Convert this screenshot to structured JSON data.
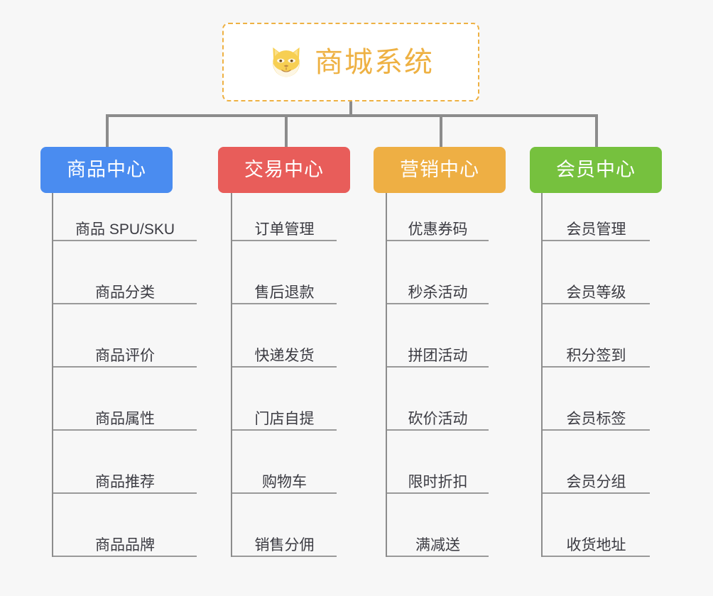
{
  "page": {
    "background_color": "#f7f7f7",
    "connector_color": "#8c8c8c",
    "leaf_text_color": "#3b3b42"
  },
  "root": {
    "title": "商城系统",
    "icon": "shiba-dog-face-icon",
    "accent_color": "#eeb143",
    "background_color": "#ffffff",
    "border_style": "dashed"
  },
  "branches": [
    {
      "label": "商品中心",
      "color": "#4a8cf0",
      "leaves": [
        {
          "label": "商品 SPU/SKU"
        },
        {
          "label": "商品分类"
        },
        {
          "label": "商品评价"
        },
        {
          "label": "商品属性"
        },
        {
          "label": "商品推荐"
        },
        {
          "label": "商品品牌"
        }
      ]
    },
    {
      "label": "交易中心",
      "color": "#e85d5a",
      "leaves": [
        {
          "label": "订单管理"
        },
        {
          "label": "售后退款"
        },
        {
          "label": "快递发货"
        },
        {
          "label": "门店自提"
        },
        {
          "label": "购物车"
        },
        {
          "label": "销售分佣"
        }
      ]
    },
    {
      "label": "营销中心",
      "color": "#eeaf44",
      "leaves": [
        {
          "label": "优惠券码"
        },
        {
          "label": "秒杀活动"
        },
        {
          "label": "拼团活动"
        },
        {
          "label": "砍价活动"
        },
        {
          "label": "限时折扣"
        },
        {
          "label": "满减送"
        }
      ]
    },
    {
      "label": "会员中心",
      "color": "#76c13e",
      "leaves": [
        {
          "label": "会员管理"
        },
        {
          "label": "会员等级"
        },
        {
          "label": "积分签到"
        },
        {
          "label": "会员标签"
        },
        {
          "label": "会员分组"
        },
        {
          "label": "收货地址"
        }
      ]
    }
  ],
  "layout": {
    "branch_x": [
      57,
      307,
      526,
      746
    ],
    "branch_drop_x": [
      149,
      401,
      619,
      838
    ],
    "leaf_widths": [
      202,
      147,
      143,
      151
    ],
    "leaf_row_step": 89,
    "leaf_first_top": 0
  }
}
